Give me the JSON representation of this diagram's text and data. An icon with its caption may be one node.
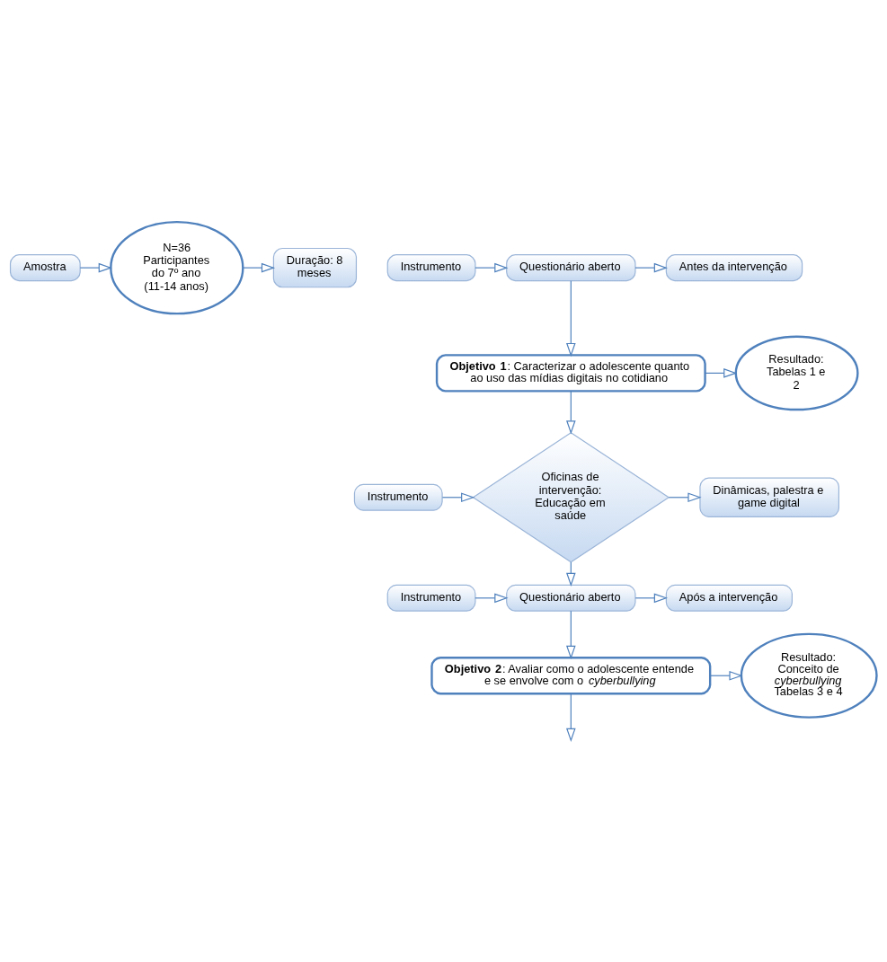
{
  "diagram": {
    "nodes": [
      {
        "text": [
          "Amostra"
        ]
      },
      {
        "text": [
          "N=36 Participantes do 7º ano (11-14 anos)"
        ]
      },
      {
        "text": [
          "Duração: 8 meses"
        ]
      },
      {
        "text": [
          "Instrumento"
        ]
      },
      {
        "text": [
          "Questionário aberto"
        ]
      },
      {
        "text": [
          "Antes da intervenção"
        ]
      },
      {
        "text": [
          "**Objetivo 1**: Caracterizar o adolescente quanto ao uso das mídias digitais no cotidiano"
        ]
      },
      {
        "text": [
          "Resultado: Tabelas 1 e 2"
        ]
      },
      {
        "text": [
          "Instrumento"
        ]
      },
      {
        "text": [
          "Oficinas de intervenção: Educação em saúde"
        ]
      },
      {
        "text": [
          "Dinâmicas, palestra e game digital"
        ]
      },
      {
        "text": [
          "Instrumento"
        ]
      },
      {
        "text": [
          "Questionário aberto"
        ]
      },
      {
        "text": [
          "Após a intervenção"
        ]
      },
      {
        "text": [
          "**Objetivo 2**: Avaliar como o adolescente entende e se envolve com o *cyberbullying*"
        ]
      },
      {
        "text": [
          "Resultado: Conceito de *cyberbullying* Tabelas 3 e 4"
        ]
      }
    ],
    "edges": [
      {
        "from": 0,
        "to": 1,
        "arrow": "to"
      },
      {
        "from": 1,
        "to": 2,
        "arrow": "to"
      },
      {
        "from": 3,
        "to": 4,
        "arrow": "to"
      },
      {
        "from": 4,
        "to": 5,
        "arrow": "to"
      },
      {
        "from": 4,
        "to": 6,
        "arrow": "to"
      },
      {
        "from": 6,
        "to": 7,
        "arrow": "to"
      },
      {
        "from": 6,
        "to": 9,
        "arrow": "to"
      },
      {
        "from": 8,
        "to": 9,
        "arrow": "to"
      },
      {
        "from": 9,
        "to": 10,
        "arrow": "to"
      },
      {
        "from": 9,
        "to": 12,
        "arrow": "to"
      },
      {
        "from": 11,
        "to": 12,
        "arrow": "to"
      },
      {
        "from": 12,
        "to": 13,
        "arrow": "to"
      },
      {
        "from": 12,
        "to": 14,
        "arrow": "to"
      },
      {
        "from": 14,
        "to": 15,
        "arrow": "to"
      },
      {
        "from": 14,
        "to": null,
        "arrow": "to"
      }
    ]
  }
}
